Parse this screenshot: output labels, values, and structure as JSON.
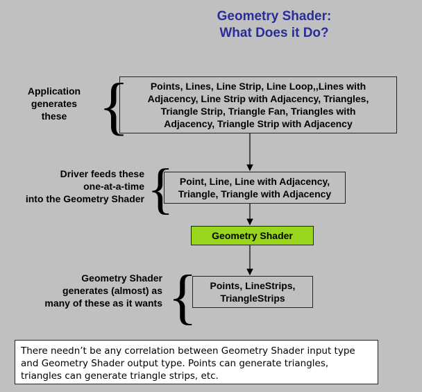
{
  "title": {
    "line1": "Geometry Shader:",
    "line2": "What Does it Do?"
  },
  "steps": {
    "application": {
      "label_lines": [
        "Application",
        "generates",
        "these"
      ],
      "box_lines": [
        "Points, Lines, Line Strip, Line Loop,,Lines with",
        "Adjacency, Line Strip with Adjacency, Triangles,",
        "Triangle Strip, Triangle Fan, Triangles with",
        "Adjacency, Triangle Strip with Adjacency"
      ]
    },
    "driver": {
      "label_lines": [
        "Driver feeds these",
        "one-at-a-time",
        "into the Geometry Shader"
      ],
      "box_lines": [
        "Point, Line, Line with Adjacency,",
        "Triangle, Triangle with Adjacency"
      ]
    },
    "geometry_shader": {
      "label": "Geometry Shader",
      "color": "#99d51c"
    },
    "output": {
      "label_lines": [
        "Geometry Shader",
        "generates (almost) as",
        "many of these as it wants"
      ],
      "box_lines": [
        "Points, LineStrips,",
        "TriangleStrips"
      ]
    }
  },
  "note": {
    "lines": [
      "There needn’t be any correlation between Geometry Shader input type",
      "and Geometry Shader output type.  Points can generate triangles,",
      "triangles can generate triangle strips, etc."
    ]
  },
  "colors": {
    "background": "#c0c0c0",
    "title": "#2b2b9a",
    "geometry_shader_box": "#99d51c"
  }
}
